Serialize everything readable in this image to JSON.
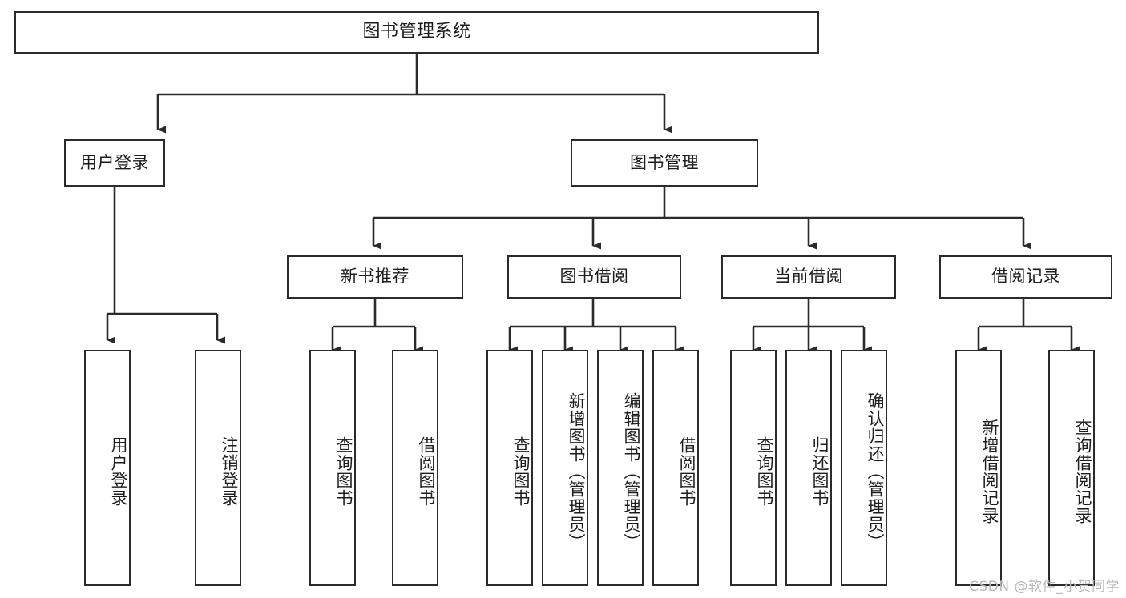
{
  "diagram": {
    "title": "图书管理系统",
    "type": "tree-hierarchy-diagram",
    "colors": {
      "box_border": "#2b2b2b",
      "box_fill": "#ffffff",
      "connector": "#2b2b2b",
      "text": "#1d1d1d",
      "watermark": "#b9b9b9",
      "background": "#ffffff"
    },
    "root": {
      "label": "图书管理系统"
    },
    "level2": [
      {
        "label": "用户登录"
      },
      {
        "label": "图书管理"
      }
    ],
    "level3": [
      {
        "label": "新书推荐"
      },
      {
        "label": "图书借阅"
      },
      {
        "label": "当前借阅"
      },
      {
        "label": "借阅记录"
      }
    ],
    "leaves": {
      "user_login": [
        {
          "label": "用户登录"
        },
        {
          "label": "注销登录"
        }
      ],
      "new_book": [
        {
          "label": "查询图书"
        },
        {
          "label": "借阅图书"
        }
      ],
      "book_borrow": [
        {
          "label": "查询图书"
        },
        {
          "label": "新增图书（管理员）"
        },
        {
          "label": "编辑图书（管理员）"
        },
        {
          "label": "借阅图书"
        }
      ],
      "current_borrow": [
        {
          "label": "查询图书"
        },
        {
          "label": "归还图书"
        },
        {
          "label": "确认归还（管理员）"
        }
      ],
      "borrow_record": [
        {
          "label": "新增借阅记录"
        },
        {
          "label": "查询借阅记录"
        }
      ]
    }
  },
  "watermark": {
    "text": "CSDN @软件_小贺同学"
  }
}
